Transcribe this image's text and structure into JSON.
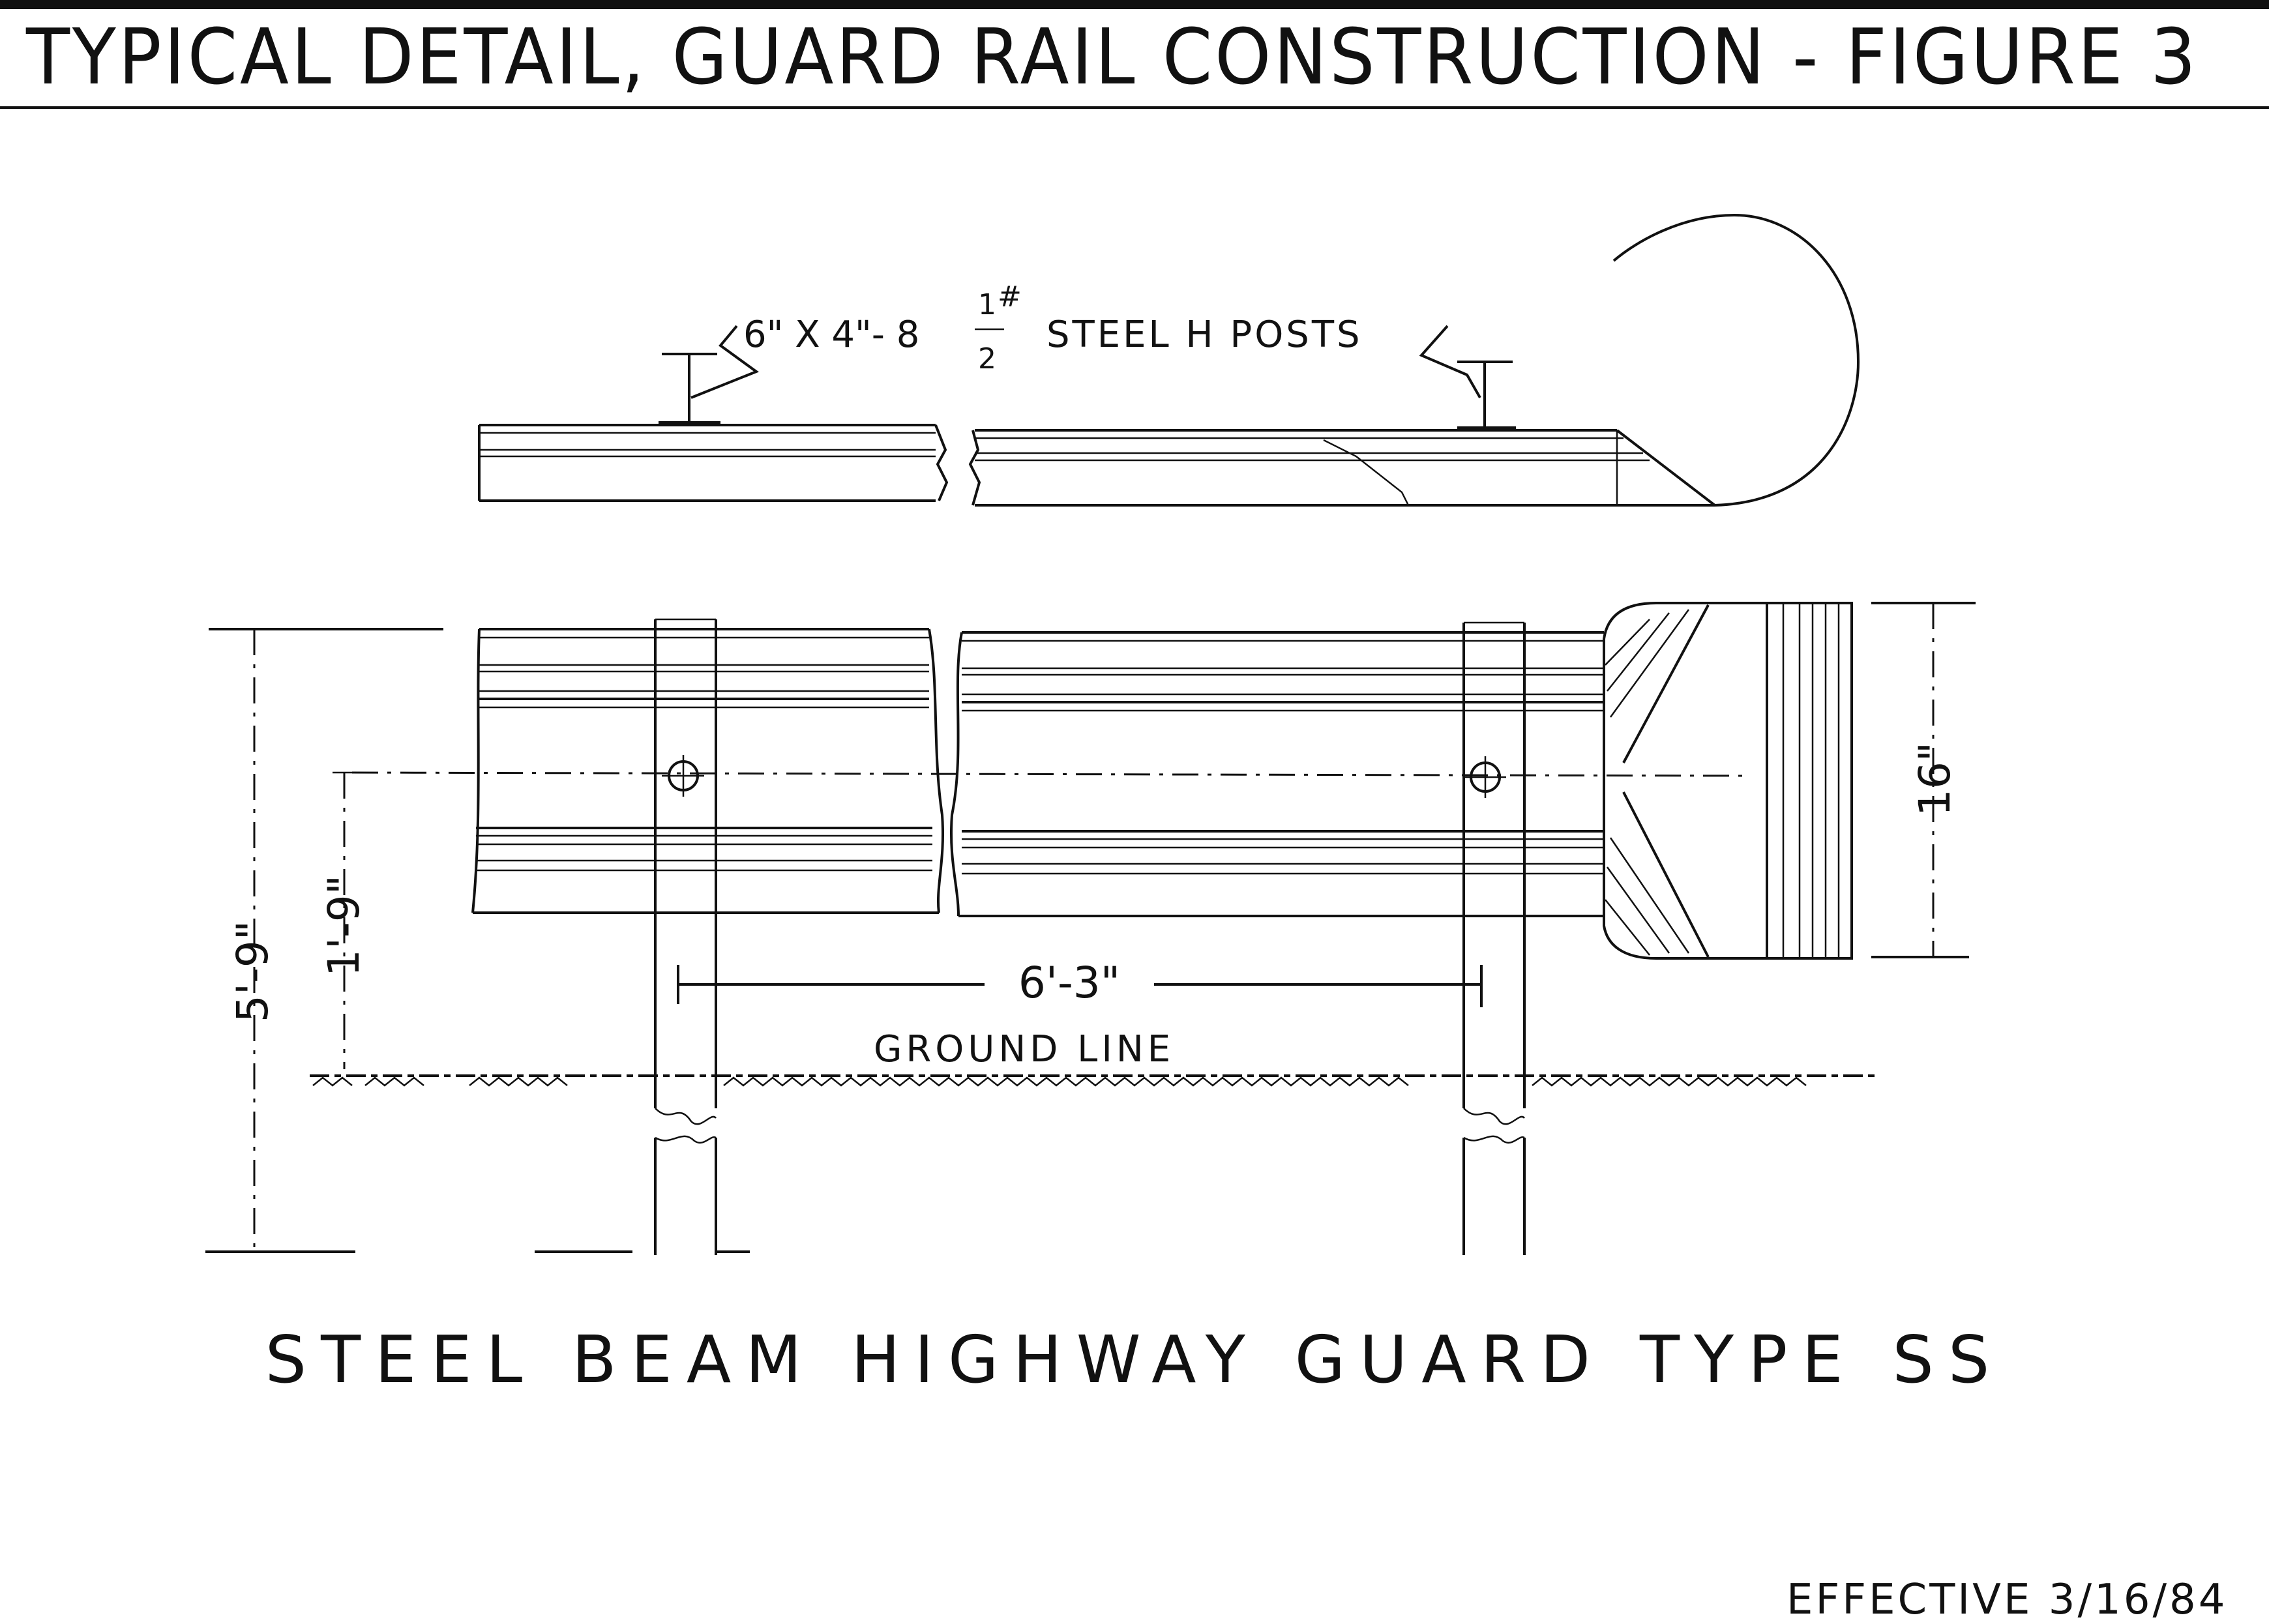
{
  "header": {
    "title": "TYPICAL DETAIL, GUARD RAIL CONSTRUCTION - FIGURE 3"
  },
  "plan_view": {
    "post_callout_pre": "6\" X 4\"- 8",
    "post_callout_frac_num": "1",
    "post_callout_frac_sup": "#",
    "post_callout_frac_den": "2",
    "post_callout_post": "STEEL H POSTS"
  },
  "elevation_view": {
    "dim_overall_height": "5'-9\"",
    "dim_rail_center_height": "1'-9\"",
    "dim_post_spacing": "6'-3\"",
    "dim_end_height": "16\"",
    "ground_label": "GROUND LINE"
  },
  "caption": "STEEL BEAM HIGHWAY GUARD TYPE SS",
  "footer": {
    "effective": "EFFECTIVE 3/16/84"
  }
}
